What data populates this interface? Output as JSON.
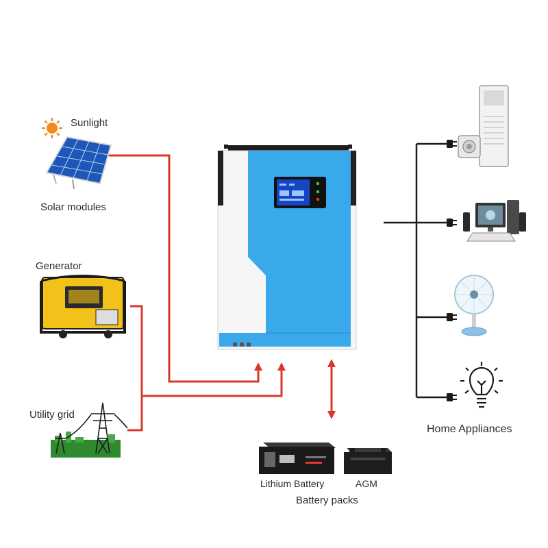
{
  "sources": {
    "sunlight_label": "Sunlight",
    "solar_label": "Solar modules",
    "generator_label": "Generator",
    "grid_label": "Utility grid"
  },
  "loads": {
    "label": "Home Appliances",
    "items": [
      "air-conditioner",
      "desktop-computer",
      "electric-fan",
      "light-bulb"
    ]
  },
  "storage": {
    "lithium_label": "Lithium Battery",
    "agm_label": "AGM",
    "packs_label": "Battery packs"
  },
  "colors": {
    "power_line": "#d8382b",
    "load_line": "#1a1a1a",
    "inverter_blue": "#39a9ec",
    "inverter_side": "#f6f6f6",
    "screen": "#1446c4"
  },
  "icons": {
    "sun": "sun-icon",
    "solar_panel": "solar-panel-icon",
    "generator": "generator-icon",
    "pylon": "power-pylon-icon",
    "inverter": "hybrid-inverter-icon",
    "lithium": "lithium-battery-icon",
    "agm": "agm-battery-icon",
    "plug": "plug-icon"
  }
}
